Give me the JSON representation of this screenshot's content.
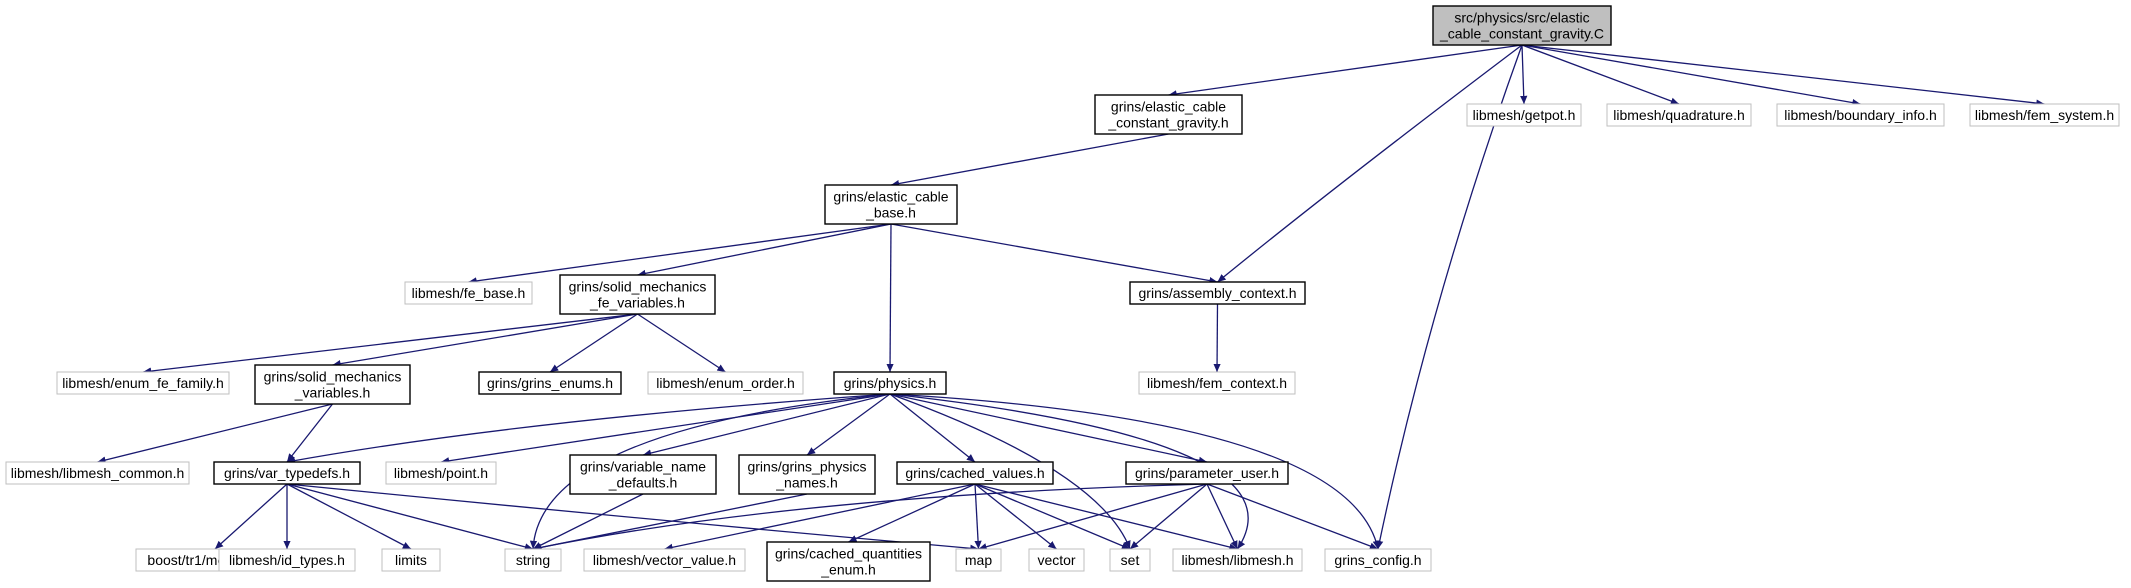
{
  "nodes": {
    "root": "src/physics/src/elastic\n_cable_constant_gravity.C",
    "elastic_cable_constant_gravity_h": "grins/elastic_cable\n_constant_gravity.h",
    "getpot": "libmesh/getpot.h",
    "quadrature": "libmesh/quadrature.h",
    "boundary_info": "libmesh/boundary_info.h",
    "fem_system": "libmesh/fem_system.h",
    "elastic_cable_base": "grins/elastic_cable\n_base.h",
    "fe_base": "libmesh/fe_base.h",
    "solid_mechanics_fe_variables": "grins/solid_mechanics\n_fe_variables.h",
    "assembly_context": "grins/assembly_context.h",
    "enum_fe_family": "libmesh/enum_fe_family.h",
    "solid_mechanics_variables": "grins/solid_mechanics\n_variables.h",
    "grins_enums": "grins/grins_enums.h",
    "enum_order": "libmesh/enum_order.h",
    "physics": "grins/physics.h",
    "fem_context": "libmesh/fem_context.h",
    "libmesh_common": "libmesh/libmesh_common.h",
    "var_typedefs": "grins/var_typedefs.h",
    "point": "libmesh/point.h",
    "variable_name_defaults": "grins/variable_name\n_defaults.h",
    "grins_physics_names": "grins/grins_physics\n_names.h",
    "cached_values": "grins/cached_values.h",
    "parameter_user": "grins/parameter_user.h",
    "boost_memory": "boost/tr1/memory.hpp",
    "id_types": "libmesh/id_types.h",
    "limits": "limits",
    "string": "string",
    "vector_value": "libmesh/vector_value.h",
    "cached_quantities_enum": "grins/cached_quantities\n_enum.h",
    "map": "map",
    "vector": "vector",
    "set": "set",
    "libmesh": "libmesh/libmesh.h",
    "grins_config": "grins_config.h"
  },
  "colors": {
    "root_fill": "#bfbfbf",
    "node_border": "#000000",
    "external_border": "#bfbfbf",
    "edge": "#191970"
  }
}
